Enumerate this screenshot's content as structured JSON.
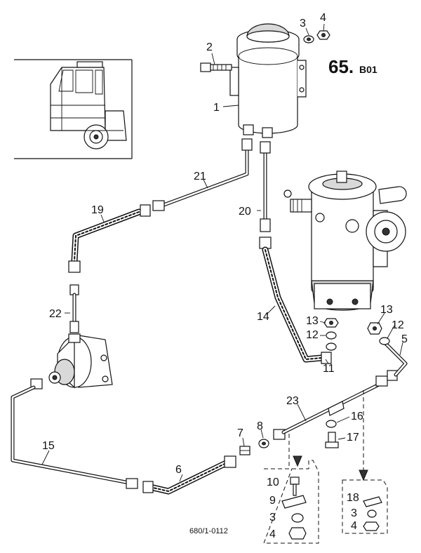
{
  "header": {
    "title_main": "65.",
    "title_suffix": "B01"
  },
  "footer": {
    "reference": "680/1-0112"
  },
  "callouts": {
    "c1": "1",
    "c2": "2",
    "c3": "3",
    "c4": "4",
    "c5": "5",
    "c6": "6",
    "c7": "7",
    "c8": "8",
    "c9": "9",
    "c10": "10",
    "c11": "11",
    "c12": "12",
    "c13": "13",
    "c14": "14",
    "c15": "15",
    "c16": "16",
    "c17": "17",
    "c18": "18",
    "c19": "19",
    "c20": "20",
    "c21": "21",
    "c22": "22",
    "c23": "23"
  },
  "callouts_detail_left": {
    "c10": "10",
    "c9": "9",
    "c3": "3",
    "c4": "4"
  },
  "callouts_detail_right": {
    "c18": "18",
    "c3": "3",
    "c4": "4"
  },
  "callouts_dup": {
    "c12b": "12",
    "c13b": "13"
  },
  "colors": {
    "ink": "#111111",
    "paper": "#ffffff",
    "shade": "#d9d9d9"
  }
}
